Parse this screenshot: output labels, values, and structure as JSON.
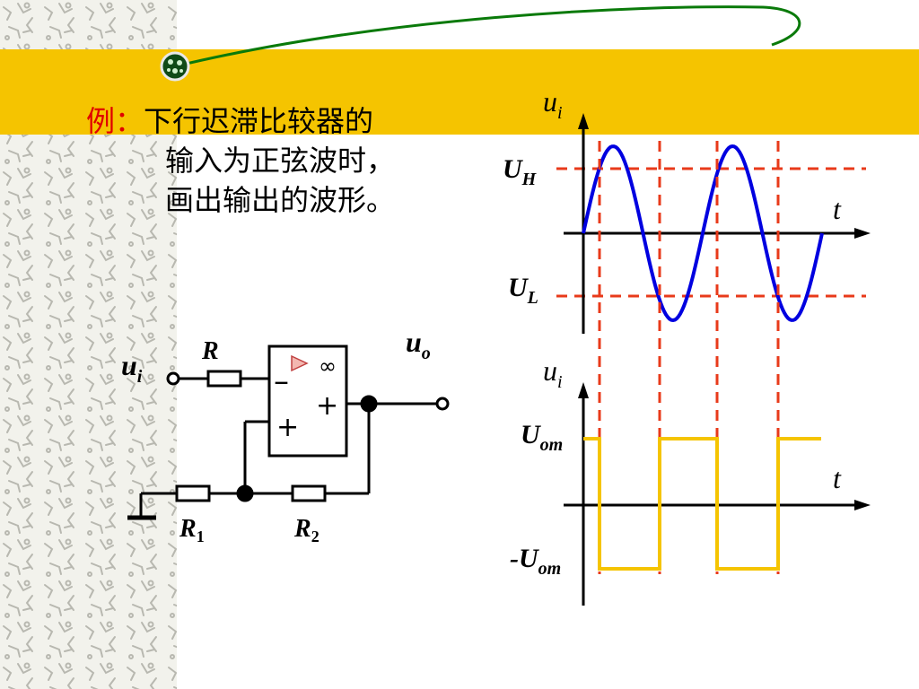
{
  "slide": {
    "example_label": "例：",
    "text_lines": [
      "下行迟滞比较器的",
      "输入为正弦波时，",
      "画出输出的波形。"
    ]
  },
  "circuit": {
    "input": {
      "base": "u",
      "sub": "i"
    },
    "output": {
      "base": "u",
      "sub": "o"
    },
    "r": "R",
    "r1": {
      "base": "R",
      "sub": "1"
    },
    "r2": {
      "base": "R",
      "sub": "2"
    },
    "opamp_inf": "∞",
    "minus": "–",
    "plus_out": "+",
    "plus_in": "+"
  },
  "upper_plot": {
    "ylabel": {
      "base": "u",
      "sub": "i"
    },
    "xlabel": "t",
    "uh": {
      "base": "U",
      "sub": "H"
    },
    "ul": {
      "base": "U",
      "sub": "L"
    }
  },
  "lower_plot": {
    "ylabel": {
      "base": "u",
      "sub": "i"
    },
    "xlabel": "t",
    "uom": {
      "base": "U",
      "sub": "om"
    },
    "neg_uom": {
      "base": "-U",
      "sub": "om"
    }
  },
  "colors": {
    "band": "#F5C400",
    "sine": "#0000E0",
    "square": "#F5C400",
    "dash": "#E83A1A",
    "arc": "#0A7A0A",
    "label_red": "#E00000"
  }
}
